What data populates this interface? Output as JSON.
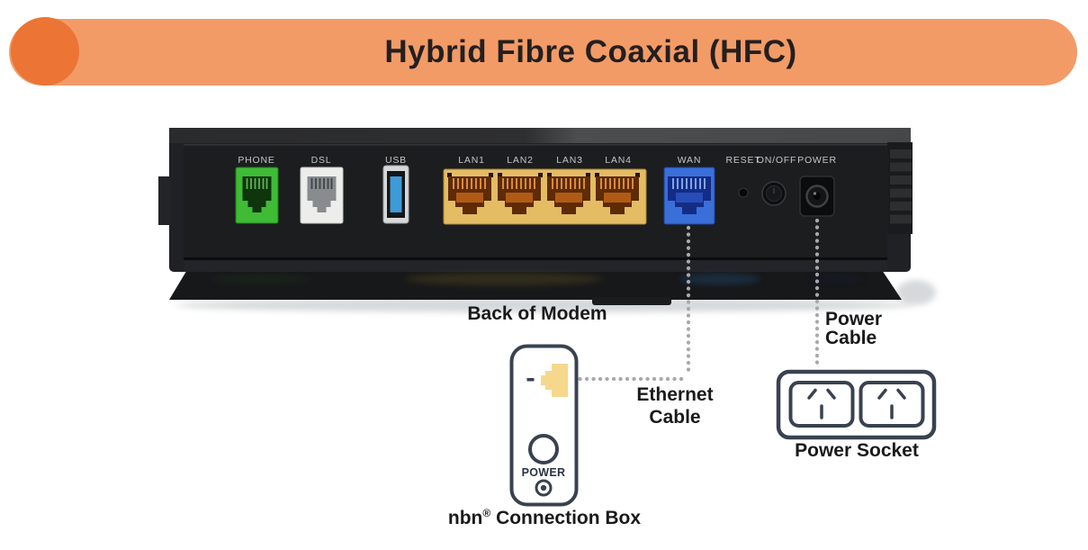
{
  "banner": {
    "title": "Hybrid Fibre Coaxial (HFC)",
    "bg_color": "#F29B66",
    "circle_color": "#EC7434",
    "text_color": "#231F20"
  },
  "modem": {
    "caption": "Back of Modem",
    "port_labels": {
      "phone": "PHONE",
      "dsl": "DSL",
      "usb": "USB",
      "lan1": "LAN1",
      "lan2": "LAN2",
      "lan3": "LAN3",
      "lan4": "LAN4",
      "wan": "WAN",
      "reset": "RESET",
      "onoff": "ON/OFF",
      "power": "POWER"
    },
    "port_colors": {
      "phone": "#3FBB36",
      "dsl": "#EDEEEC",
      "usb_tongue": "#3D9BD6",
      "lan_block": "#E3BC63",
      "wan": "#3A6FD9"
    }
  },
  "nbn_box": {
    "caption_prefix": "nbn",
    "caption_reg": "®",
    "caption_suffix": " Connection Box",
    "power_label": "POWER",
    "port_color": "#F5D88C",
    "outline_color": "#3A4150"
  },
  "cables": {
    "ethernet_line1": "Ethernet",
    "ethernet_line2": "Cable",
    "power_line1": "Power",
    "power_line2": "Cable",
    "dot_color": "#A7A9AB"
  },
  "power_socket": {
    "caption": "Power Socket"
  }
}
